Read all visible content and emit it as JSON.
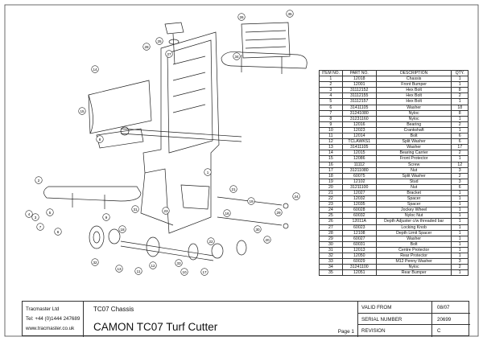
{
  "parts_table": {
    "headers": [
      "ITEM NO.",
      "PART NO.",
      "DESCRIPTION",
      "QTY."
    ],
    "rows": [
      [
        "1",
        "12018",
        "Chassis",
        "1"
      ],
      [
        "2",
        "12001",
        "Front Bumper",
        "1"
      ],
      [
        "3",
        "31112152",
        "Hex Bolt",
        "8"
      ],
      [
        "4",
        "31112155",
        "Hex Bolt",
        "2"
      ],
      [
        "5",
        "31112157",
        "Hex Bolt",
        "1"
      ],
      [
        "6",
        "31411105",
        "Washer",
        "18"
      ],
      [
        "7",
        "31241080",
        "Nyloc",
        "8"
      ],
      [
        "8",
        "31231160",
        "Nyloc",
        "1"
      ],
      [
        "9",
        "12016",
        "Bearing",
        "2"
      ],
      [
        "10",
        "12023",
        "Crankshaft",
        "1"
      ],
      [
        "11",
        "12014",
        "Bolt",
        "6"
      ],
      [
        "12",
        "TCLAWKS1",
        "Split Washer",
        "6"
      ],
      [
        "13",
        "31411105",
        "Washer",
        "17"
      ],
      [
        "14",
        "12015",
        "Bearing Carrier",
        "2"
      ],
      [
        "15",
        "12086",
        "Front Protector",
        "1"
      ],
      [
        "16",
        "11112",
        "Screw",
        "12"
      ],
      [
        "17",
        "31211080",
        "Nut",
        "3"
      ],
      [
        "18",
        "60075",
        "Split Washer",
        "2"
      ],
      [
        "19",
        "12102",
        "Stud",
        "3"
      ],
      [
        "20",
        "31211100",
        "Nut",
        "6"
      ],
      [
        "21",
        "12027",
        "Bracket",
        "1"
      ],
      [
        "22",
        "12032",
        "Spacer",
        "1"
      ],
      [
        "23",
        "12035",
        "Spacer",
        "1"
      ],
      [
        "24",
        "60028",
        "Jockey Wheel",
        "1"
      ],
      [
        "25",
        "60032",
        "Nyloc Nut",
        "1"
      ],
      [
        "26",
        "12011A",
        "Depth Adjuster c/w threaded bar",
        "1"
      ],
      [
        "27",
        "60023",
        "Locking Knob",
        "1"
      ],
      [
        "28",
        "12108",
        "Depth Limit Spacer",
        "1"
      ],
      [
        "29",
        "60027",
        "Washer",
        "1"
      ],
      [
        "30",
        "60031",
        "Bolt",
        "1"
      ],
      [
        "31",
        "12013",
        "Centre Protector",
        "1"
      ],
      [
        "32",
        "12050",
        "Rear Protector",
        "1"
      ],
      [
        "33",
        "60029",
        "M12 Penny Washer",
        "3"
      ],
      [
        "34",
        "31241100",
        "Nyloc",
        "2"
      ],
      [
        "35",
        "12051",
        "Rear Bumper",
        "1"
      ]
    ]
  },
  "title_block": {
    "company": "Tracmaster Ltd",
    "phone": "Tel: +44 (0)1444 247689",
    "website": "www.tracmaster.co.uk",
    "drawing_title": "TC07 Chassis",
    "product_title": "CAMON TC07 Turf Cutter",
    "page": "Page 1",
    "fields": [
      {
        "label": "VALID FROM",
        "value": "08/07"
      },
      {
        "label": "SERIAL NUMBER",
        "value": "20699"
      },
      {
        "label": "REVISION",
        "value": "C"
      }
    ]
  },
  "callouts": [
    "1",
    "2",
    "3",
    "4",
    "5",
    "6",
    "7",
    "8",
    "9",
    "10",
    "11",
    "12",
    "13",
    "14",
    "15",
    "16",
    "17",
    "18",
    "19",
    "20",
    "21",
    "22",
    "23",
    "24",
    "25",
    "26",
    "27",
    "28",
    "29",
    "30",
    "31",
    "32",
    "33",
    "34",
    "35"
  ],
  "colors": {
    "line": "#222222",
    "border": "#444444"
  }
}
